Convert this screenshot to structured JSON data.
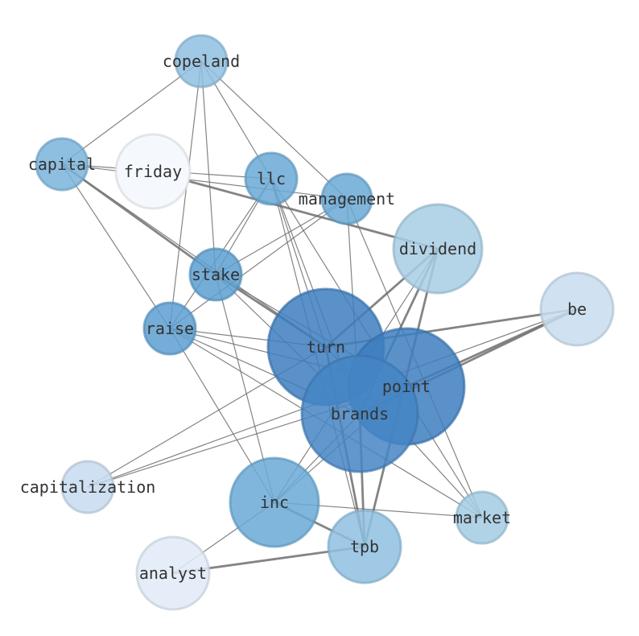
{
  "graph": {
    "nodes": [
      {
        "id": "copeland",
        "label": "copeland",
        "color": "#8fc0e0"
      },
      {
        "id": "capital",
        "label": "capital",
        "color": "#7ab4dc"
      },
      {
        "id": "friday",
        "label": "friday",
        "color": "#f5f9fe"
      },
      {
        "id": "llc",
        "label": "llc",
        "color": "#6aa9d6"
      },
      {
        "id": "management",
        "label": "management",
        "color": "#6aa9d6"
      },
      {
        "id": "dividend",
        "label": "dividend",
        "color": "#a7cde4"
      },
      {
        "id": "stake",
        "label": "stake",
        "color": "#5c9fd0"
      },
      {
        "id": "be",
        "label": "be",
        "color": "#c8dcee"
      },
      {
        "id": "raise",
        "label": "raise",
        "color": "#5c9fd0"
      },
      {
        "id": "turn",
        "label": "turn",
        "color": "#3d7ebf"
      },
      {
        "id": "point",
        "label": "point",
        "color": "#3d7ebf"
      },
      {
        "id": "brands",
        "label": "brands",
        "color": "#4585c4"
      },
      {
        "id": "capitalization",
        "label": "capitalization",
        "color": "#c6dbee"
      },
      {
        "id": "inc",
        "label": "inc",
        "color": "#6aa9d6"
      },
      {
        "id": "market",
        "label": "market",
        "color": "#a3cbe3"
      },
      {
        "id": "tpb",
        "label": "tpb",
        "color": "#8fc0e0"
      },
      {
        "id": "analyst",
        "label": "analyst",
        "color": "#e0eaf7"
      }
    ],
    "edges": [
      [
        "copeland",
        "capital",
        1
      ],
      [
        "copeland",
        "llc",
        1
      ],
      [
        "copeland",
        "management",
        1
      ],
      [
        "copeland",
        "stake",
        1
      ],
      [
        "copeland",
        "raise",
        1
      ],
      [
        "capital",
        "llc",
        1
      ],
      [
        "capital",
        "management",
        1
      ],
      [
        "capital",
        "stake",
        2
      ],
      [
        "capital",
        "raise",
        1
      ],
      [
        "capital",
        "turn",
        1
      ],
      [
        "friday",
        "dividend",
        2
      ],
      [
        "llc",
        "stake",
        1
      ],
      [
        "llc",
        "raise",
        1
      ],
      [
        "llc",
        "turn",
        1
      ],
      [
        "llc",
        "brands",
        1
      ],
      [
        "llc",
        "tpb",
        1
      ],
      [
        "llc",
        "market",
        1
      ],
      [
        "management",
        "stake",
        1
      ],
      [
        "management",
        "raise",
        1
      ],
      [
        "management",
        "brands",
        1
      ],
      [
        "management",
        "market",
        1
      ],
      [
        "stake",
        "turn",
        2
      ],
      [
        "stake",
        "point",
        1
      ],
      [
        "stake",
        "brands",
        1
      ],
      [
        "stake",
        "inc",
        1
      ],
      [
        "raise",
        "turn",
        1
      ],
      [
        "raise",
        "point",
        1
      ],
      [
        "raise",
        "brands",
        1
      ],
      [
        "raise",
        "inc",
        1
      ],
      [
        "raise",
        "market",
        1
      ],
      [
        "dividend",
        "turn",
        2
      ],
      [
        "dividend",
        "brands",
        2
      ],
      [
        "dividend",
        "tpb",
        2
      ],
      [
        "dividend",
        "inc",
        1
      ],
      [
        "be",
        "turn",
        2
      ],
      [
        "be",
        "point",
        2
      ],
      [
        "be",
        "brands",
        2
      ],
      [
        "be",
        "capitalization",
        1
      ],
      [
        "turn",
        "tpb",
        2
      ],
      [
        "turn",
        "market",
        1
      ],
      [
        "turn",
        "capitalization",
        1
      ],
      [
        "point",
        "inc",
        1
      ],
      [
        "point",
        "capitalization",
        1
      ],
      [
        "brands",
        "tpb",
        2
      ],
      [
        "brands",
        "inc",
        1
      ],
      [
        "inc",
        "tpb",
        2
      ],
      [
        "inc",
        "market",
        1
      ],
      [
        "inc",
        "analyst",
        1
      ],
      [
        "tpb",
        "analyst",
        2
      ]
    ]
  }
}
